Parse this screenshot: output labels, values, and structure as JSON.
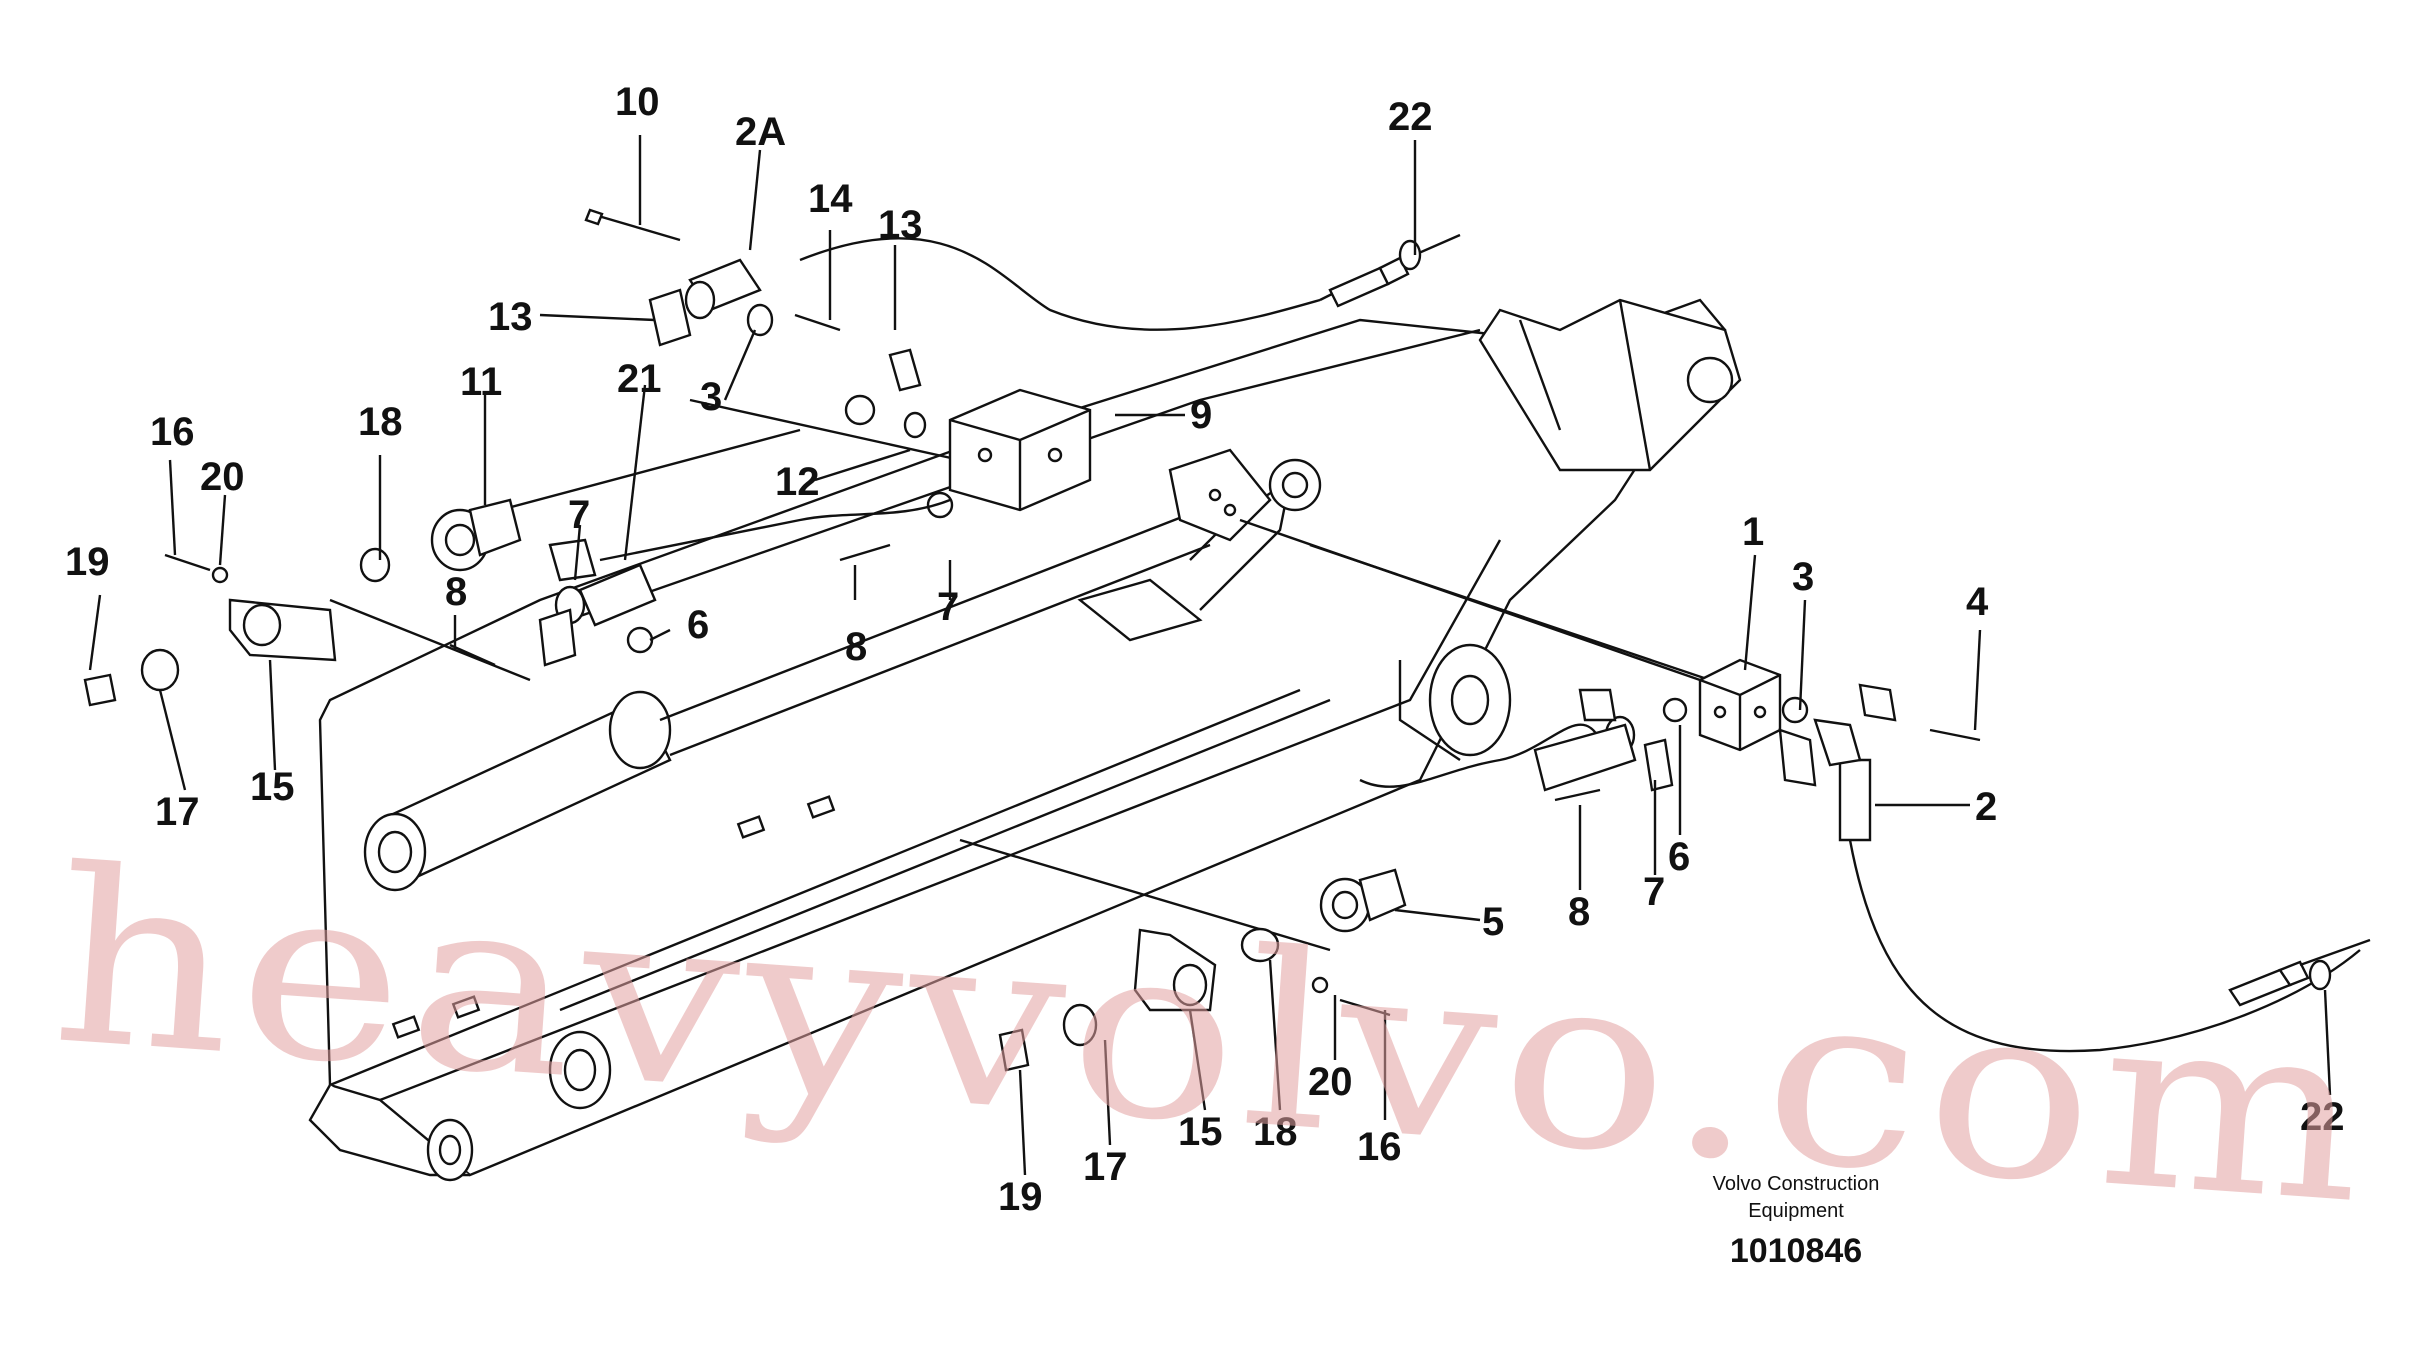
{
  "callouts": [
    {
      "id": "10",
      "label": "10"
    },
    {
      "id": "2A",
      "label": "2A"
    },
    {
      "id": "14",
      "label": "14"
    },
    {
      "id": "13a",
      "label": "13"
    },
    {
      "id": "13b",
      "label": "13"
    },
    {
      "id": "22a",
      "label": "22"
    },
    {
      "id": "21",
      "label": "21"
    },
    {
      "id": "3a",
      "label": "3"
    },
    {
      "id": "9",
      "label": "9"
    },
    {
      "id": "12",
      "label": "12"
    },
    {
      "id": "11",
      "label": "11"
    },
    {
      "id": "18a",
      "label": "18"
    },
    {
      "id": "16a",
      "label": "16"
    },
    {
      "id": "20a",
      "label": "20"
    },
    {
      "id": "7a",
      "label": "7"
    },
    {
      "id": "19a",
      "label": "19"
    },
    {
      "id": "8a",
      "label": "8"
    },
    {
      "id": "6a",
      "label": "6"
    },
    {
      "id": "7b",
      "label": "7"
    },
    {
      "id": "8b",
      "label": "8"
    },
    {
      "id": "17a",
      "label": "17"
    },
    {
      "id": "15a",
      "label": "15"
    },
    {
      "id": "1",
      "label": "1"
    },
    {
      "id": "3b",
      "label": "3"
    },
    {
      "id": "4",
      "label": "4"
    },
    {
      "id": "2",
      "label": "2"
    },
    {
      "id": "6b",
      "label": "6"
    },
    {
      "id": "7c",
      "label": "7"
    },
    {
      "id": "8c",
      "label": "8"
    },
    {
      "id": "5",
      "label": "5"
    },
    {
      "id": "20b",
      "label": "20"
    },
    {
      "id": "16b",
      "label": "16"
    },
    {
      "id": "18b",
      "label": "18"
    },
    {
      "id": "15b",
      "label": "15"
    },
    {
      "id": "17b",
      "label": "17"
    },
    {
      "id": "19b",
      "label": "19"
    },
    {
      "id": "22b",
      "label": "22"
    }
  ],
  "caption": {
    "line1": "Volvo Construction",
    "line2": "Equipment",
    "number": "1010846"
  },
  "watermark": {
    "text": "heavyvolvo.com",
    "color": "#e2a0a0"
  }
}
